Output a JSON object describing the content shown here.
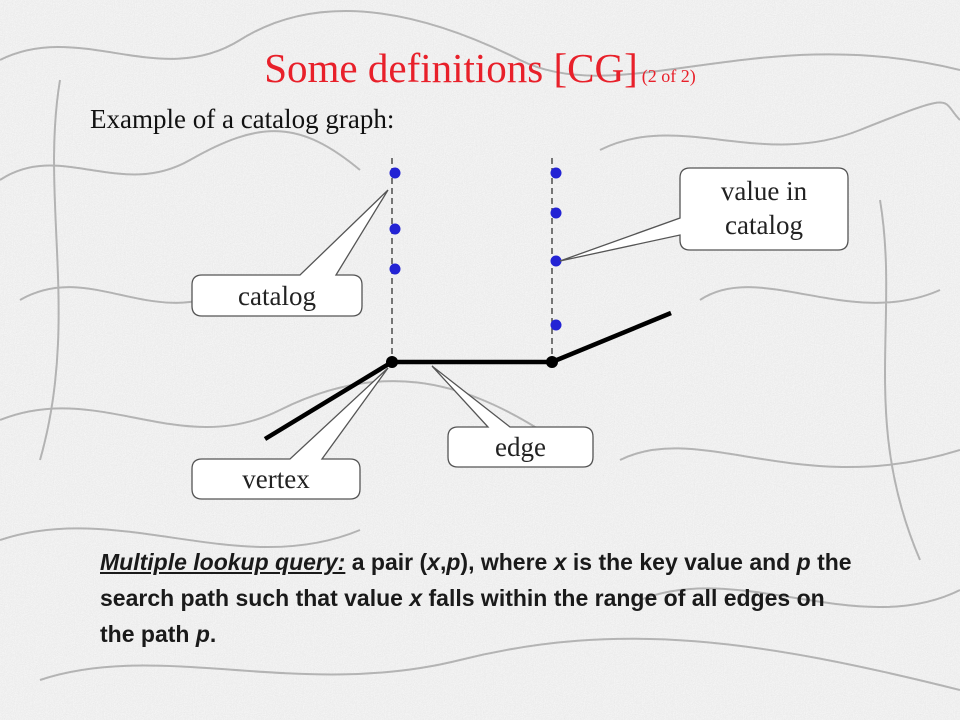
{
  "title": {
    "main": "Some definitions [CG]",
    "sub": "(2 of 2)"
  },
  "subtitle": "Example of a catalog graph:",
  "labels": {
    "value_in_catalog_line1": "value in",
    "value_in_catalog_line2": "catalog",
    "catalog": "catalog",
    "edge": "edge",
    "vertex": "vertex"
  },
  "definition": {
    "term": "Multiple lookup query:",
    "text_1": " a pair (",
    "x1": "x",
    "comma": ",",
    "p1": "p",
    "text_2": "), where ",
    "x2": "x",
    "text_3": " is the key value and ",
    "p2": "p",
    "text_4": " the search path such that value ",
    "x3": "x",
    "text_5": " falls within the range of all edges on the path ",
    "p3": "p",
    "text_6": "."
  },
  "colors": {
    "title": "#e8202a",
    "catalog_value": "#2323d4",
    "edge": "#000000"
  }
}
